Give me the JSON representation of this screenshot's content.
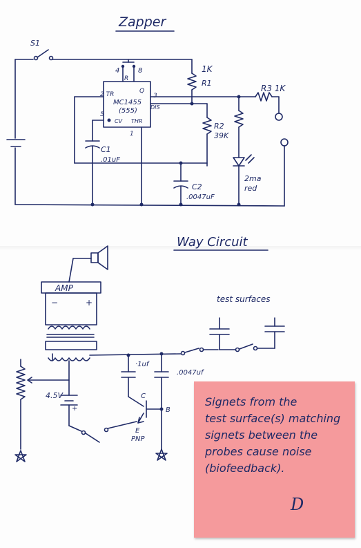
{
  "zapper": {
    "title": "Zapper",
    "switch": "S1",
    "pin_r": "R",
    "pin_4": "4",
    "pin_8": "8",
    "pin_2tr": "2 TR",
    "pin_q": "Q",
    "pin_3": "3",
    "chip_line1": "MC1455",
    "chip_line2": "(555)",
    "pin_dis": "DIS",
    "pin_5": "5",
    "pin_cv": "CV",
    "pin_thr": "THR",
    "pin_1": "1",
    "r1_value": "1K",
    "r1_name": "R1",
    "r3_label": "R3 1K",
    "r2_name": "R2",
    "r2_value": "39K",
    "c1_name": "C1",
    "c1_value": ".01uF",
    "c2_name": "C2",
    "c2_value": ".0047uF",
    "led_value": "2ma",
    "led_color": "red"
  },
  "way": {
    "title": "Way Circuit",
    "amp": "AMP",
    "amp_minus": "−",
    "amp_plus": "+",
    "test_surfaces": "test surfaces",
    "cap_1uf": "·1uf",
    "cap_0047": ".0047uf",
    "battery": "4.5V",
    "batt_plus": "+",
    "transistor_c": "C",
    "transistor_e": "E",
    "transistor_b": "B",
    "transistor_type": "PNP"
  },
  "note": {
    "text": "Signets from the\ntest surface(s) matching\nsignets between the\nprobes cause noise\n(biofeedback).",
    "signature": "D"
  },
  "colors": {
    "ink": "#1f2a66",
    "sticky": "#f59a9c",
    "paper": "#fdfdfd"
  }
}
